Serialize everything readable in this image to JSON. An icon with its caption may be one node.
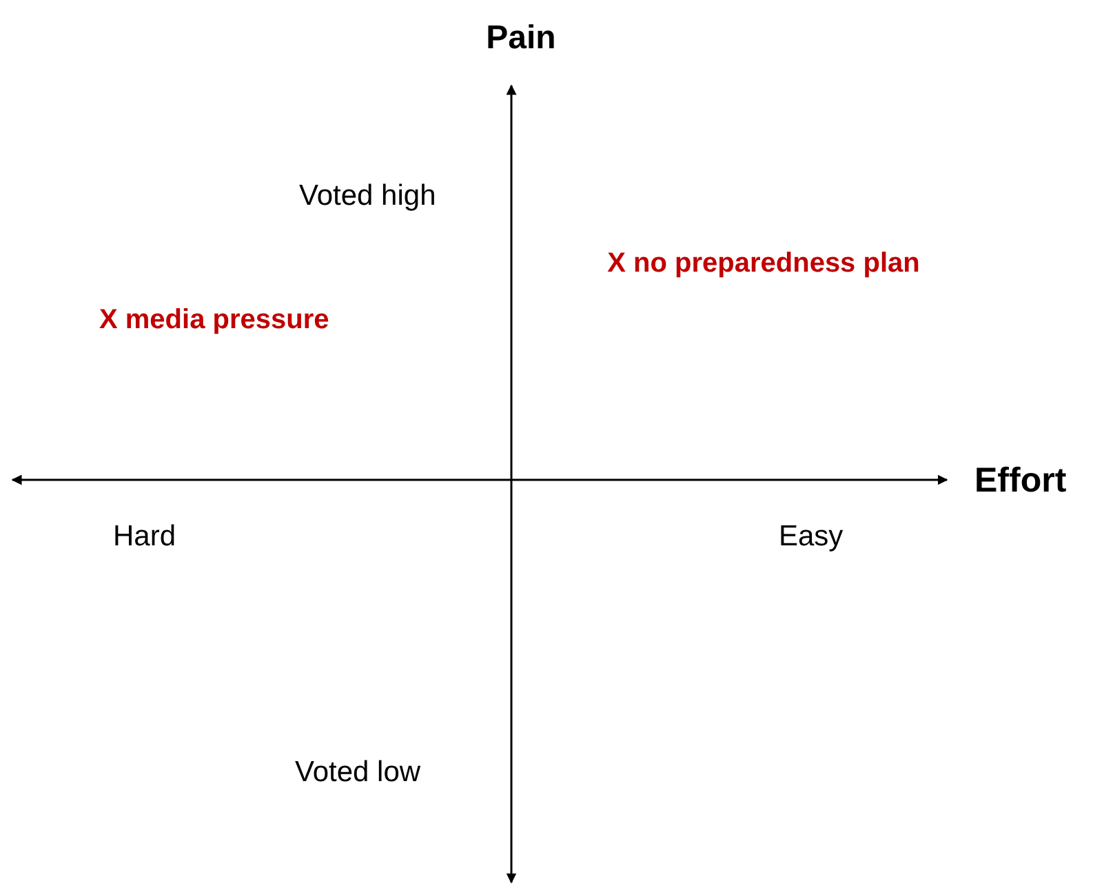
{
  "diagram": {
    "labels": [
      "Pain",
      "Voted high",
      "X no preparedness plan",
      "X media pressure",
      "Effort",
      "Hard",
      "Easy",
      "Voted low"
    ]
  }
}
